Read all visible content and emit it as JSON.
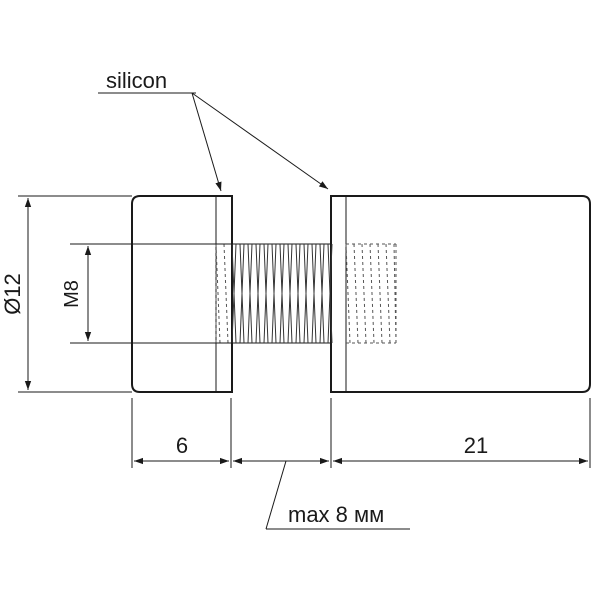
{
  "labels": {
    "silicon": "silicon",
    "diameter": "Ø12",
    "thread": "M8",
    "cap_length": "6",
    "body_length": "21",
    "gap": "max 8 мм"
  },
  "colors": {
    "line": "#1a1a1a",
    "thread": "#555555",
    "background": "#ffffff"
  }
}
